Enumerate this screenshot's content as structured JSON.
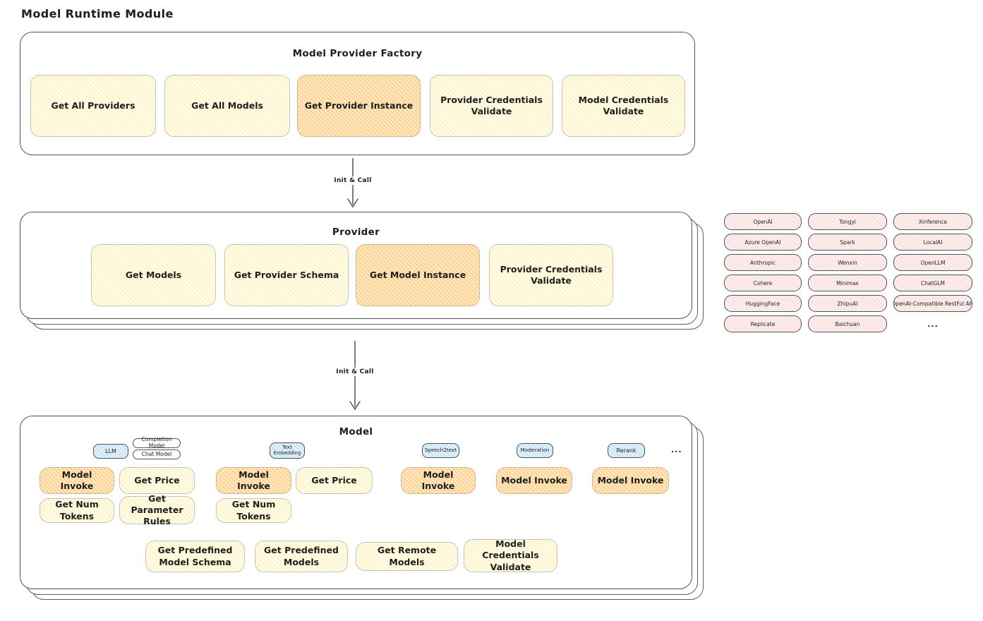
{
  "title": "Model Runtime Module",
  "colors": {
    "action_fill": "#fff9db",
    "action_highlight_fill": "#ffd8a8",
    "model_type_tag_fill": "#d0ebff",
    "provider_chip_fill": "#ffe3e3",
    "outline": "#4e545a",
    "text": "#1e1e1e"
  },
  "arrows": {
    "factory_to_provider": "Init & Call",
    "provider_to_model": "Init & Call"
  },
  "factory": {
    "title": "Model Provider Factory",
    "buttons": [
      {
        "label": "Get All Providers"
      },
      {
        "label": "Get All Models"
      },
      {
        "label": "Get Provider Instance"
      },
      {
        "label": "Provider Credentials Validate"
      },
      {
        "label": "Model Credentials Validate"
      }
    ]
  },
  "provider": {
    "title": "Provider",
    "buttons": [
      {
        "label": "Get Models"
      },
      {
        "label": "Get Provider Schema"
      },
      {
        "label": "Get Model Instance"
      },
      {
        "label": "Provider Credentials Validate"
      }
    ]
  },
  "provider_list": {
    "items": [
      "OpenAI",
      "Tongyi",
      "Xinference",
      "Azure OpenAI",
      "Spark",
      "LocalAI",
      "Anthropic",
      "Wenxin",
      "OpenLLM",
      "Cohere",
      "Minimax",
      "ChatGLM",
      "HuggingFace",
      "ZhipuAI",
      "OpenAI-Compatible RestFul API",
      "Replicate",
      "Baichuan"
    ],
    "more": "..."
  },
  "model": {
    "title": "Model",
    "more": "...",
    "model_types": {
      "llm": "LLM",
      "completion": "Completion Model",
      "chat": "Chat Model",
      "text_embedding": "Text Embedding",
      "speech2text": "Speech2text",
      "moderation": "Moderation",
      "rerank": "Rerank"
    },
    "llm_actions": [
      "Model Invoke",
      "Get Price",
      "Get Num Tokens",
      "Get Parameter Rules"
    ],
    "text_embedding_actions": [
      "Model Invoke",
      "Get Price",
      "Get Num Tokens"
    ],
    "speech2text_actions": [
      "Model Invoke"
    ],
    "moderation_actions": [
      "Model Invoke"
    ],
    "rerank_actions": [
      "Model Invoke"
    ],
    "common_actions": [
      "Get Predefined Model Schema",
      "Get Predefined Models",
      "Get Remote Models",
      "Model Credentials Validate"
    ]
  }
}
